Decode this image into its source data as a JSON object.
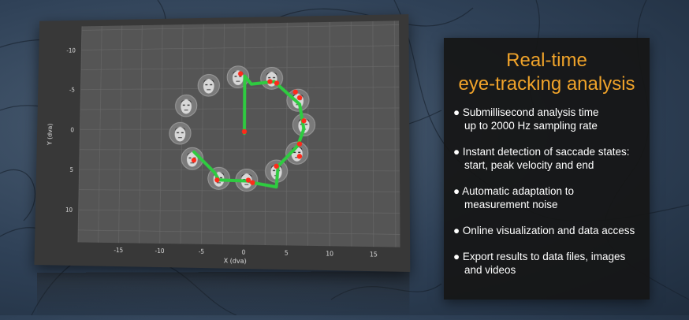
{
  "panel": {
    "title_lines": [
      "Real-time",
      "eye-tracking analysis"
    ],
    "title_color": "#f0a32a",
    "bullet_glyph": "●",
    "features": [
      [
        "Submillisecond analysis time",
        "up to 2000 Hz sampling rate"
      ],
      [
        "Instant detection of saccade states:",
        "start, peak velocity and end"
      ],
      [
        "Automatic adaptation to",
        "measurement noise"
      ],
      [
        "Online visualization and data access"
      ],
      [
        "Export results to data files, images",
        "and videos"
      ]
    ]
  },
  "chart_data": {
    "type": "line",
    "xlabel": "X (dva)",
    "ylabel": "Y (dva)",
    "xlim": [
      -20,
      18
    ],
    "ylim": [
      -13,
      14
    ],
    "y_inverted": true,
    "grid": true,
    "x_ticks": [
      -15,
      -10,
      -5,
      0,
      5,
      10,
      15
    ],
    "y_ticks": [
      -10,
      -5,
      0,
      5,
      10
    ],
    "colors": {
      "path": "#2ecc40",
      "fixation": "#ff2a1a",
      "plot_bg": "#555555",
      "grid": "#6a6a6a",
      "frame": "#3a3a3a"
    },
    "gaze_path": {
      "x": [
        0,
        0,
        0.8,
        3.5,
        6.5,
        7,
        6.3,
        4,
        3.8,
        1,
        0.5,
        -3,
        -3.5,
        -6
      ],
      "y": [
        0.5,
        -6.5,
        -5.5,
        -5.8,
        -3,
        0,
        2,
        4.5,
        7,
        6.5,
        6.3,
        6.2,
        5.3,
        2.8
      ]
    },
    "fixations": {
      "x": [
        0,
        -0.5,
        3,
        3.8,
        6,
        6.5,
        7,
        6.5,
        6.5,
        3.8,
        1,
        0.5,
        -3.2,
        -6
      ],
      "y": [
        0.3,
        -6.8,
        -5.8,
        -5.6,
        -4.5,
        -3.8,
        -1,
        1.8,
        3.3,
        4.5,
        6.5,
        6.2,
        6.2,
        3.8
      ]
    },
    "face_icons": {
      "x": [
        -4.3,
        -7,
        -7.7,
        -6.2,
        -3,
        0.3,
        3.8,
        6.2,
        7,
        6.3,
        3.2,
        -0.8
      ],
      "y": [
        -5.4,
        -2.9,
        0.5,
        3.6,
        6,
        6.2,
        5.1,
        2.9,
        -0.5,
        -3.5,
        -6.2,
        -6.4
      ]
    },
    "face_icon_name": "face-stimulus-icon"
  }
}
